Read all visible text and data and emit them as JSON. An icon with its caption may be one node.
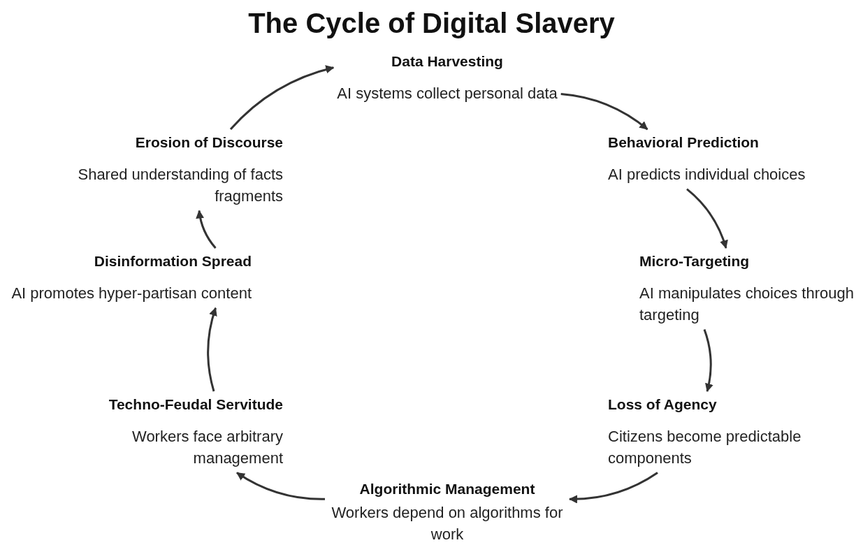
{
  "diagram": {
    "title": "The Cycle of Digital Slavery",
    "nodes": [
      {
        "text": [
          "Data Harvesting",
          "AI systems collect personal data"
        ]
      },
      {
        "text": [
          "Behavioral Prediction",
          "AI predicts individual choices"
        ]
      },
      {
        "text": [
          "Micro-Targeting",
          "AI manipulates choices through targeting"
        ]
      },
      {
        "text": [
          "Loss of Agency",
          "Citizens become predictable components"
        ]
      },
      {
        "text": [
          "Algorithmic Management",
          "Workers depend on algorithms for work"
        ]
      },
      {
        "text": [
          "Techno-Feudal Servitude",
          "Workers face arbitrary management"
        ]
      },
      {
        "text": [
          "Disinformation Spread",
          "AI promotes hyper-partisan content"
        ]
      },
      {
        "text": [
          "Erosion of Discourse",
          "Shared understanding of facts fragments"
        ]
      }
    ],
    "edges": [
      {
        "from": 0,
        "to": 1,
        "arrow": "to"
      },
      {
        "from": 1,
        "to": 2,
        "arrow": "to"
      },
      {
        "from": 2,
        "to": 3,
        "arrow": "to"
      },
      {
        "from": 3,
        "to": 4,
        "arrow": "to"
      },
      {
        "from": 4,
        "to": 5,
        "arrow": "to"
      },
      {
        "from": 5,
        "to": 6,
        "arrow": "to"
      },
      {
        "from": 6,
        "to": 7,
        "arrow": "to"
      },
      {
        "from": 7,
        "to": 0,
        "arrow": "to"
      }
    ]
  }
}
